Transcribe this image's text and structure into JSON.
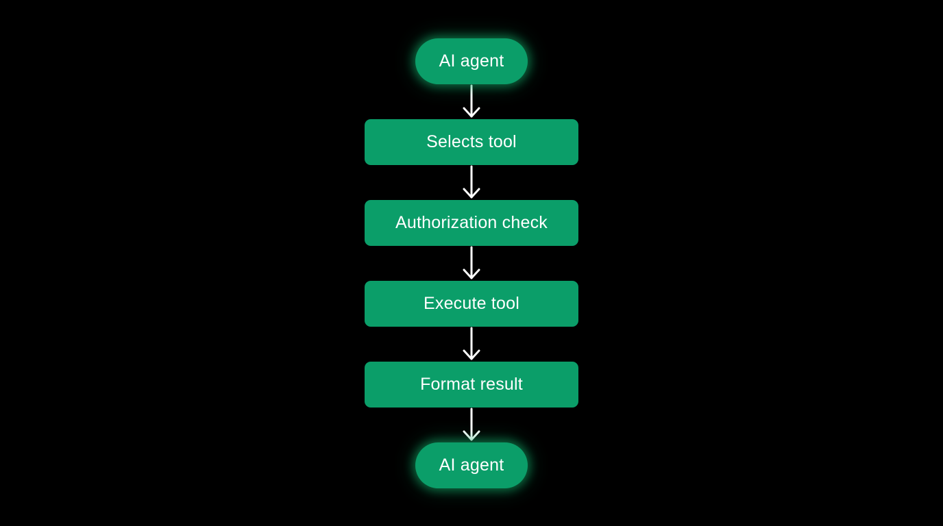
{
  "flowchart": {
    "colors": {
      "background": "#000000",
      "node_fill": "#0b9e69",
      "node_text": "#ffffff",
      "arrow": "#ffffff",
      "glow": "#14b46e"
    },
    "nodes": [
      {
        "label": "AI agent",
        "shape": "pill"
      },
      {
        "label": "Selects tool",
        "shape": "rounded-rect"
      },
      {
        "label": "Authorization check",
        "shape": "rounded-rect"
      },
      {
        "label": "Execute tool",
        "shape": "rounded-rect"
      },
      {
        "label": "Format result",
        "shape": "rounded-rect"
      },
      {
        "label": "AI agent",
        "shape": "pill"
      }
    ],
    "edges": [
      {
        "from": 0,
        "to": 1
      },
      {
        "from": 1,
        "to": 2
      },
      {
        "from": 2,
        "to": 3
      },
      {
        "from": 3,
        "to": 4
      },
      {
        "from": 4,
        "to": 5
      }
    ]
  }
}
